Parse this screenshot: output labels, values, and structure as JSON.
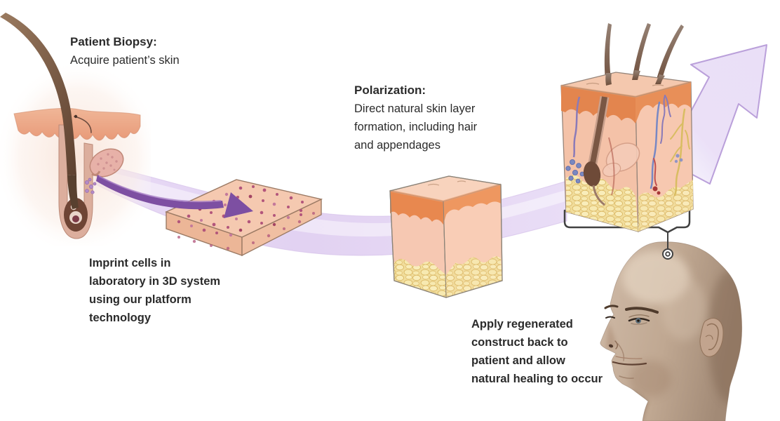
{
  "figure_title": "Skin regeneration process diagram",
  "steps": {
    "biopsy": {
      "title": "Patient Biopsy:",
      "lines": [
        "Acquire patient’s skin"
      ]
    },
    "imprint": {
      "lines": [
        "Imprint cells in",
        "laboratory in 3D system",
        "using our platform",
        "technology"
      ]
    },
    "polarization": {
      "title": "Polarization:",
      "lines": [
        "Direct natural skin layer",
        "formation, including hair",
        "and appendages"
      ]
    },
    "apply": {
      "lines": [
        "Apply regenerated",
        "construct back to",
        "patient and allow",
        "natural healing to occur"
      ]
    }
  },
  "colors": {
    "background": "#ffffff",
    "text": "#2b2b2b",
    "ribbon": "#e6d8f4",
    "ribbon_edge": "#cdb6e6",
    "flow_arrow": "#7d4fa2",
    "big_arrow_fill": "#e9def7",
    "big_arrow_stroke": "#b79bd9",
    "skin_light": "#f6cab2",
    "epidermis": "#e8884f",
    "fat": "#f1dd9c",
    "hair": "#6f4f3c",
    "marker_line": "#414141"
  },
  "icons": [
    "flow-ribbon",
    "big-arrow-icon",
    "flow-arrow-icon",
    "hair-follicle-illustration",
    "cell-slab-illustration",
    "skin-block-illustration",
    "regenerated-skin-illustration",
    "patient-head-illustration",
    "bracket-connector",
    "graft-site-marker"
  ]
}
